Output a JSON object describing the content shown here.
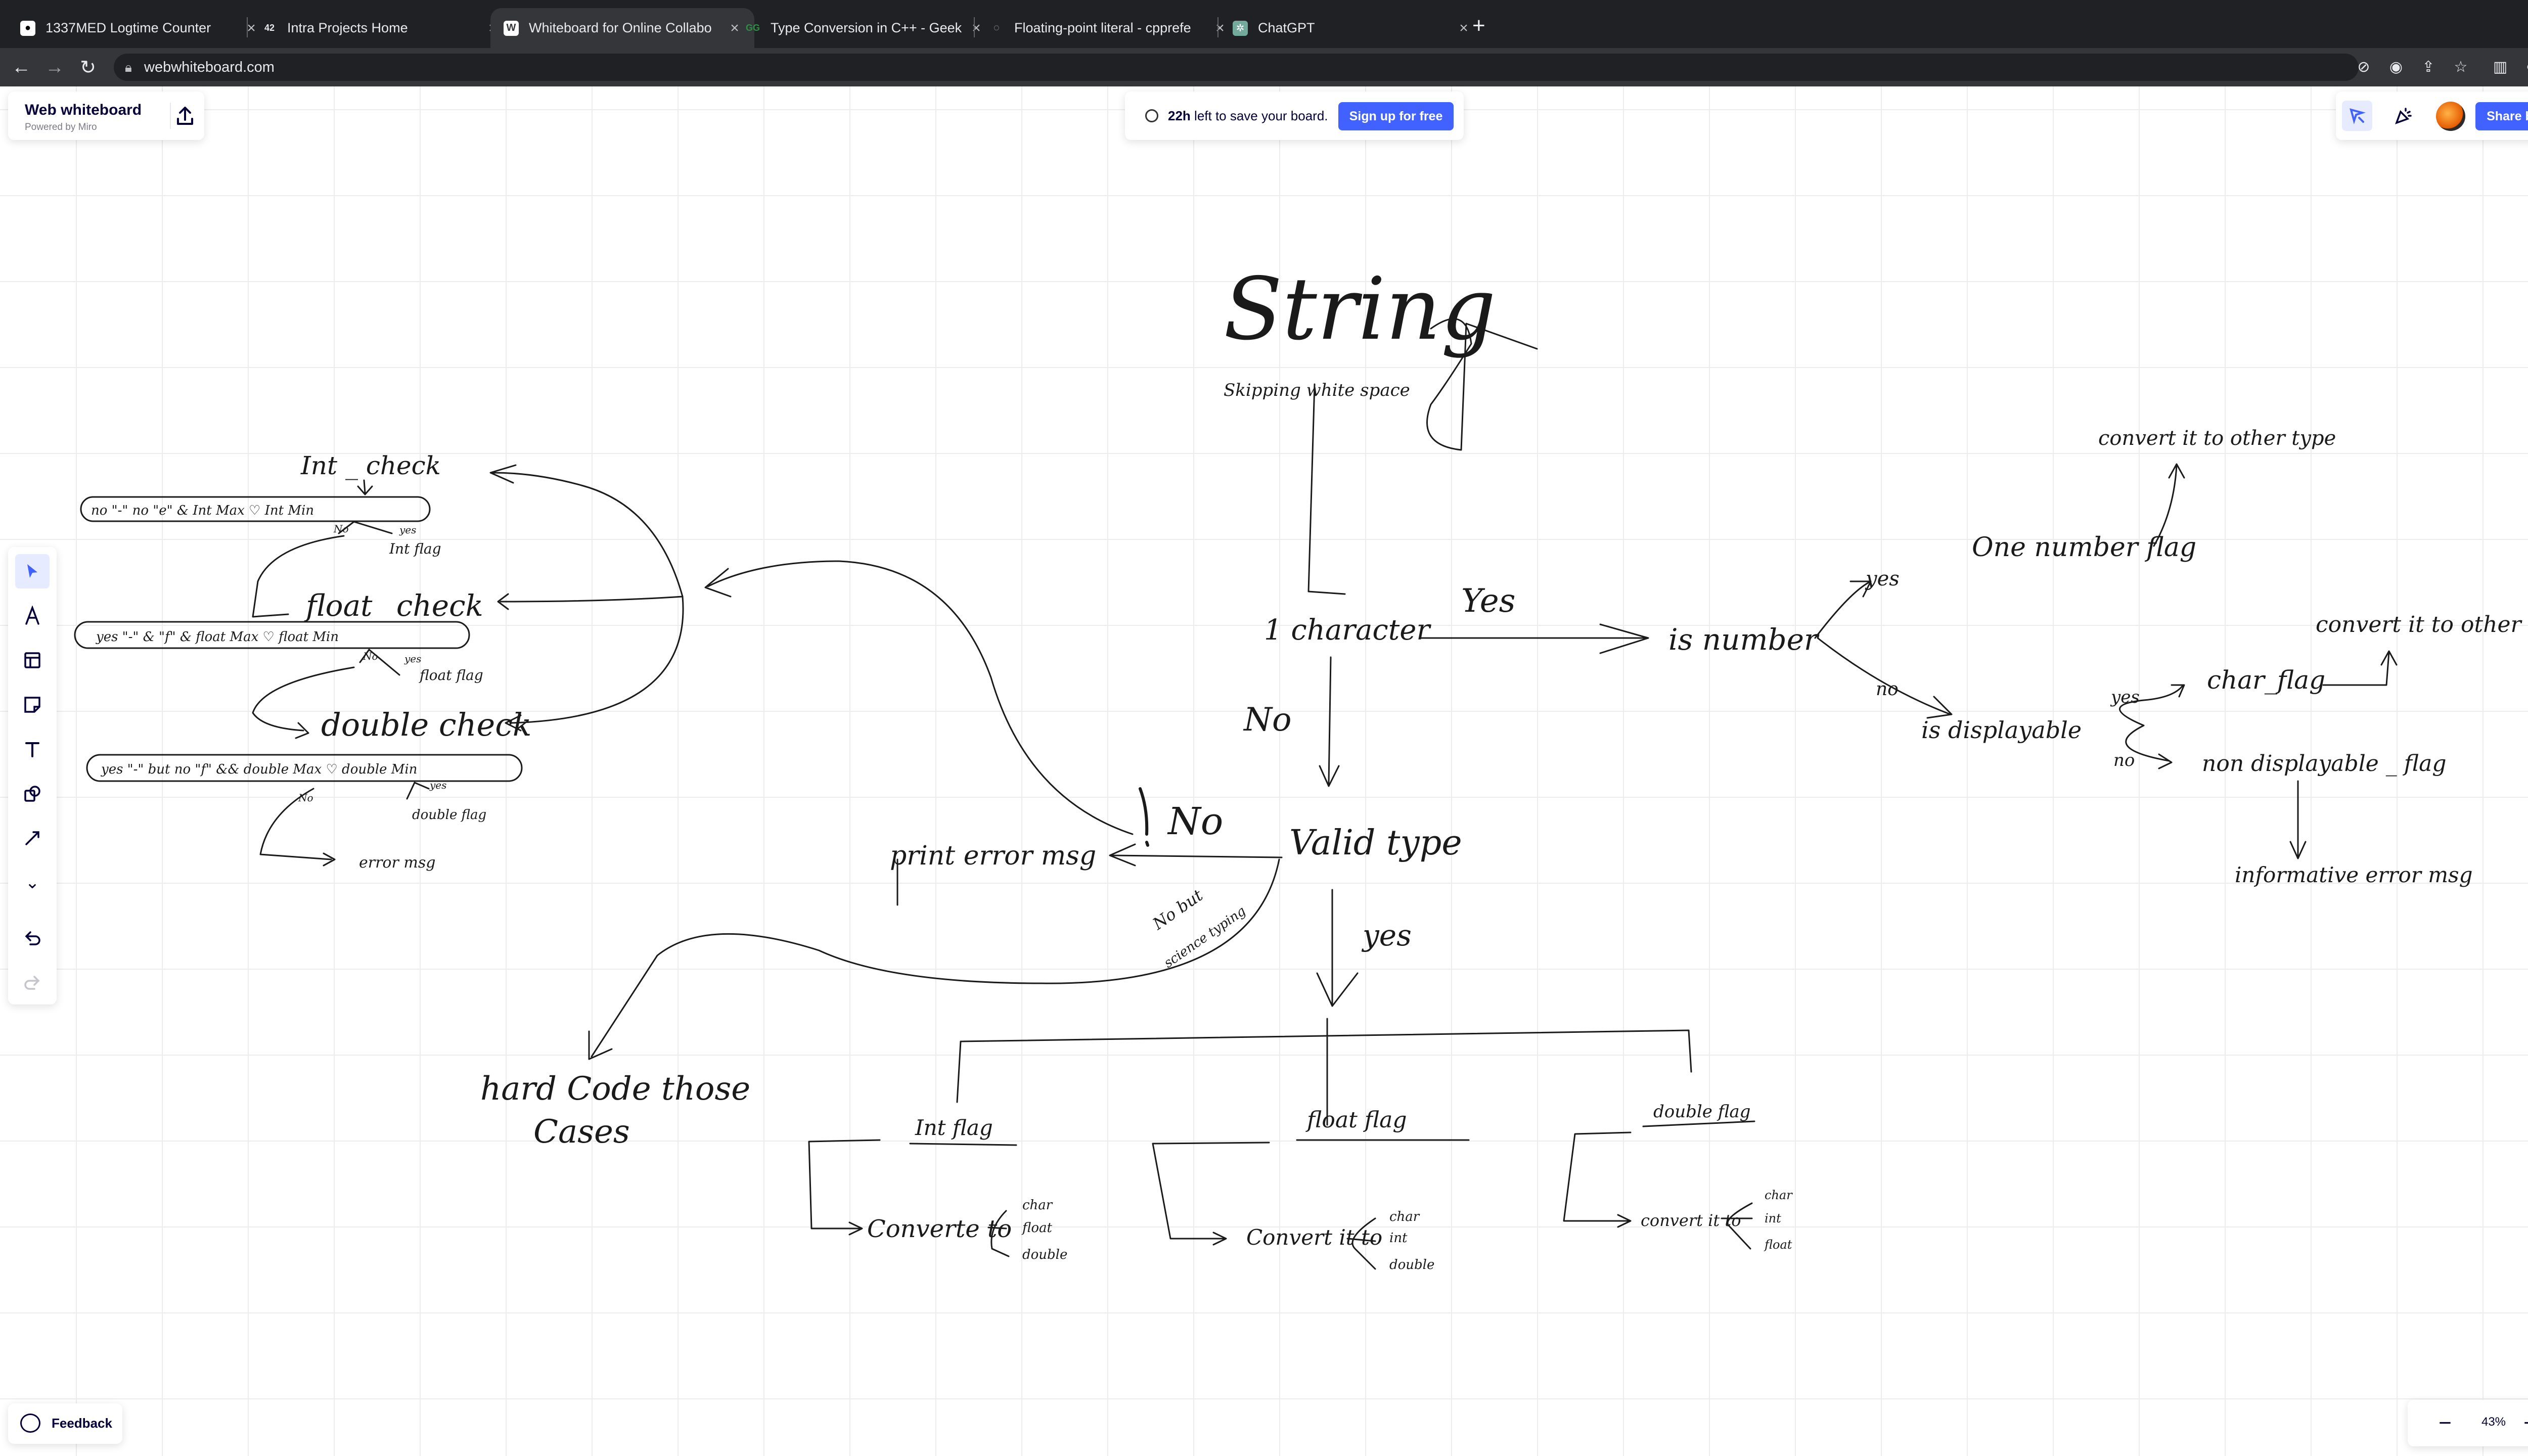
{
  "browser": {
    "tabs": [
      {
        "title": "1337MED Logtime Counter",
        "icon": "github-icon",
        "active": false
      },
      {
        "title": "Intra Projects Home",
        "icon": "42-logo-icon",
        "active": false
      },
      {
        "title": "Whiteboard for Online Collabo",
        "icon": "miro-w-icon",
        "active": true
      },
      {
        "title": "Type Conversion in C++ - Geek",
        "icon": "geeksforgeeks-icon",
        "active": false
      },
      {
        "title": "Floating-point literal - cpprefe",
        "icon": "cppreference-icon",
        "active": false
      },
      {
        "title": "ChatGPT",
        "icon": "chatgpt-icon",
        "active": false
      }
    ],
    "url": "webwhiteboard.com"
  },
  "app": {
    "name": "Web whiteboard",
    "powered_by": "Powered by Miro",
    "notice": {
      "bold": "22h",
      "text": " left to save your board."
    },
    "signup_label": "Sign up for free",
    "share_label": "Share board",
    "feedback_label": "Feedback",
    "zoom": "43%",
    "help": "?",
    "tools": [
      "select",
      "pen",
      "templates",
      "sticky-note",
      "text",
      "shapes",
      "connection-line",
      "more",
      "undo",
      "redo"
    ],
    "accent_color": "#4262ff"
  },
  "board": {
    "labels": {
      "title": "String",
      "skip": "Skipping white space",
      "one_char": "1 character",
      "yes1": "Yes",
      "is_number": "is number",
      "no1": "No",
      "valid_type": "Valid type",
      "no2": "No",
      "print_error": "print error msg",
      "no_but": "No but",
      "science": "science typing",
      "yes2": "yes",
      "hard_code": "hard Code those",
      "cases": "Cases",
      "int_flag": "Int flag",
      "float_flag": "float flag",
      "double_flag": "double flag",
      "convert_int": "Converte to",
      "convert_float": "Convert it to",
      "convert_double": "convert it to",
      "char": "char",
      "float": "float",
      "double": "double",
      "int": "int",
      "yes_r": "yes",
      "no_r": "no",
      "one_number_flag": "One number flag",
      "convert_other1": "convert it to other type",
      "is_displayable": "is displayable",
      "yes_r2": "yes",
      "no_r2": "no",
      "char_flag": "char_flag",
      "non_displayable": "non displayable _ flag",
      "convert_other2": "convert it to other type",
      "informative": "informative error msg",
      "int_check": "Int _ check",
      "float_check": "float _check",
      "double_check": "double check",
      "int_row": "no \"-\"  no \"e\"   & Int Max ♡ Int Min",
      "int_no": "No",
      "int_yes": "yes",
      "int_flag_small": "Int flag",
      "float_row": "yes \"-\"  & \"f\"   & float Max ♡ float Min",
      "float_no": "No",
      "float_yes": "yes",
      "float_flag_small": "float flag",
      "double_row": "yes \"-\"  but no \"f\"  && double Max ♡ double Min",
      "double_no": "No",
      "double_yes": "yes",
      "double_flag_small": "double flag",
      "error_msg": "error msg"
    }
  }
}
